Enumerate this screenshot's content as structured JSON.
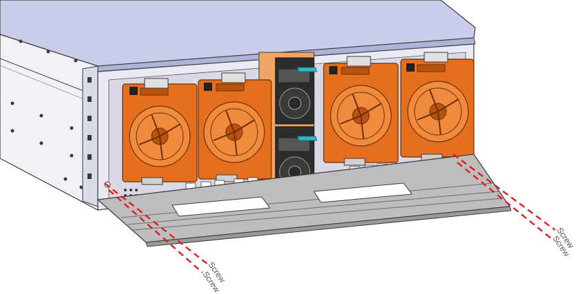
{
  "callouts": {
    "left": [
      "Screw",
      "Screw"
    ],
    "right": [
      "Screw",
      "Screw"
    ]
  },
  "colors": {
    "chassis_top": "#c9cde9",
    "chassis_side": "#f1f2f8",
    "outline": "#3a3a3a",
    "psu_orange": "#e56f1f",
    "psu_orange_dark": "#b9520e",
    "fan_module": "#2c2c2c",
    "handle_teal": "#33b8c9",
    "tray_gray": "#bdbdbd",
    "screw_line": "#e31b23",
    "callout_text": "#555555"
  }
}
